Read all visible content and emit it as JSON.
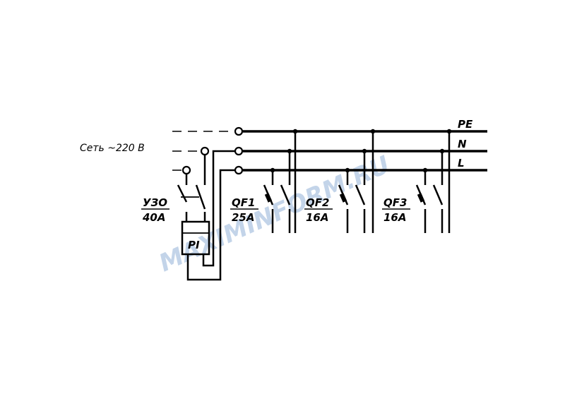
{
  "source_label": "Сеть ~220 В",
  "buses": {
    "pe": "PE",
    "n": "N",
    "l": "L"
  },
  "rcd": {
    "name": "УЗО",
    "rating": "40А"
  },
  "meter": {
    "name": "PI"
  },
  "breakers": [
    {
      "name": "QF1",
      "rating": "25А"
    },
    {
      "name": "QF2",
      "rating": "16А"
    },
    {
      "name": "QF3",
      "rating": "16А"
    }
  ],
  "watermark": "MAXIMINFORM.RU"
}
